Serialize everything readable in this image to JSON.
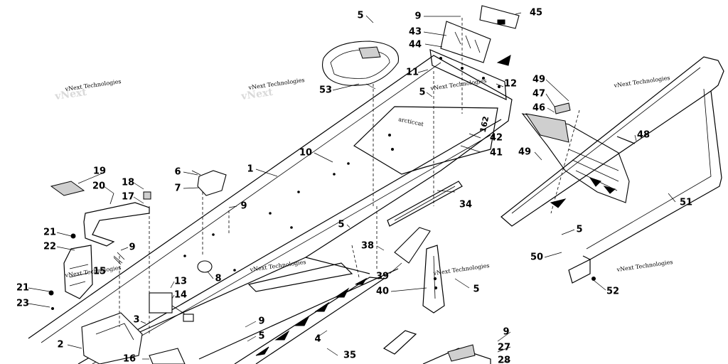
{
  "watermark": "vNext Technologies",
  "plate_text": "162",
  "callouts": {
    "c1": "1",
    "c2": "2",
    "c3": "3",
    "c4": "4",
    "c5a": "5",
    "c5b": "5",
    "c5c": "5",
    "c5d": "5",
    "c5e": "5",
    "c5f": "5",
    "c6": "6",
    "c7": "7",
    "c8": "8",
    "c9a": "9",
    "c9b": "9",
    "c9c": "9",
    "c9d": "9",
    "c9e": "9",
    "c10": "10",
    "c11": "11",
    "c12": "12",
    "c13": "13",
    "c14": "14",
    "c15": "15",
    "c16": "16",
    "c17": "17",
    "c18": "18",
    "c19": "19",
    "c20": "20",
    "c21a": "21",
    "c21b": "21",
    "c22": "22",
    "c23": "23",
    "c27": "27",
    "c28": "28",
    "c34": "34",
    "c35": "35",
    "c38": "38",
    "c39": "39",
    "c40": "40",
    "c41": "41",
    "c42": "42",
    "c43": "43",
    "c44": "44",
    "c45": "45",
    "c46": "46",
    "c47": "47",
    "c48": "48",
    "c49a": "49",
    "c49b": "49",
    "c50": "50",
    "c51": "51",
    "c52": "52",
    "c53": "53"
  }
}
